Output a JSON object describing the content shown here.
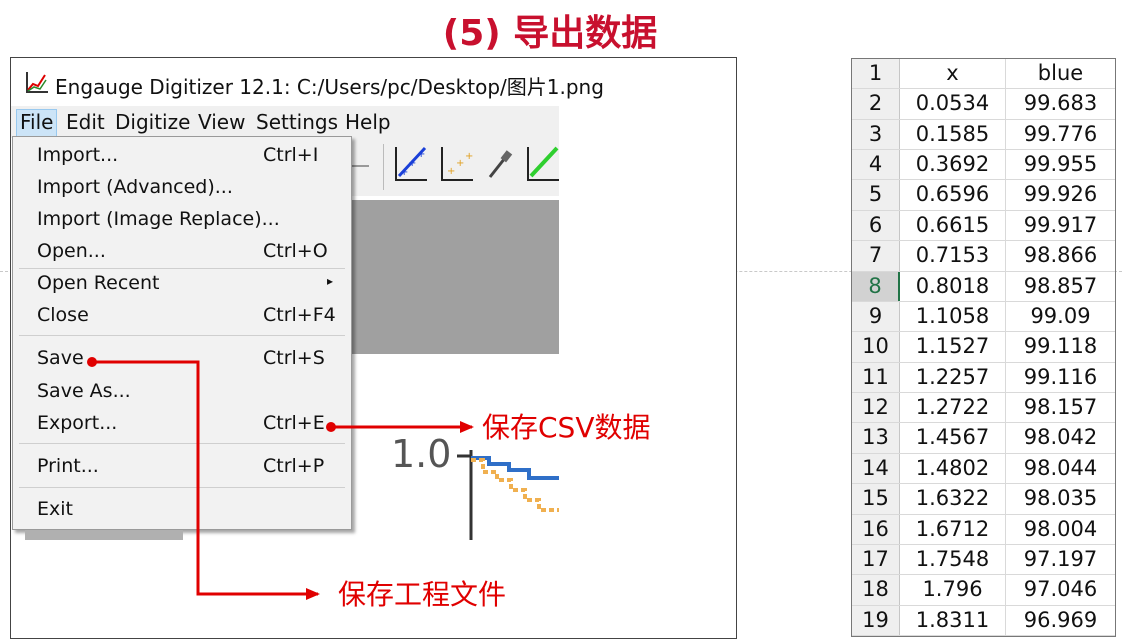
{
  "slide": {
    "title": "(5) 导出数据"
  },
  "window": {
    "title": "Engauge Digitizer 12.1: C:/Users/pc/Desktop/图片1.png",
    "app_icon": "engauge-axes-icon"
  },
  "menubar": {
    "items": [
      {
        "label": "File",
        "active": true
      },
      {
        "label": "Edit"
      },
      {
        "label": "Digitize"
      },
      {
        "label": "View"
      },
      {
        "label": "Settings"
      },
      {
        "label": "Help"
      }
    ]
  },
  "file_menu": {
    "items": [
      {
        "label": "Import...",
        "shortcut": "Ctrl+I"
      },
      {
        "label": "Import (Advanced)...",
        "shortcut": ""
      },
      {
        "label": "Import (Image Replace)...",
        "shortcut": ""
      },
      {
        "label": "Open...",
        "shortcut": "Ctrl+O"
      },
      {
        "label": "Open Recent",
        "shortcut": "",
        "submenu": "▸"
      },
      {
        "label": "Close",
        "shortcut": "Ctrl+F4"
      },
      {
        "label": "Save",
        "shortcut": "Ctrl+S"
      },
      {
        "label": "Save As...",
        "shortcut": ""
      },
      {
        "label": "Export...",
        "shortcut": "Ctrl+E"
      },
      {
        "label": "Print...",
        "shortcut": "Ctrl+P"
      },
      {
        "label": "Exit",
        "shortcut": ""
      }
    ]
  },
  "plot_fragment": {
    "tick_label": "1.0"
  },
  "annotations": {
    "export_note": "保存CSV数据",
    "save_note": "保存工程文件",
    "color": "#e00000"
  },
  "spreadsheet": {
    "headers": [
      "x",
      "blue"
    ],
    "selected_row": "8",
    "rows": [
      {
        "n": "1",
        "x": "x",
        "blue": "blue"
      },
      {
        "n": "2",
        "x": "0.0534",
        "blue": "99.683"
      },
      {
        "n": "3",
        "x": "0.1585",
        "blue": "99.776"
      },
      {
        "n": "4",
        "x": "0.3692",
        "blue": "99.955"
      },
      {
        "n": "5",
        "x": "0.6596",
        "blue": "99.926"
      },
      {
        "n": "6",
        "x": "0.6615",
        "blue": "99.917"
      },
      {
        "n": "7",
        "x": "0.7153",
        "blue": "98.866"
      },
      {
        "n": "8",
        "x": "0.8018",
        "blue": "98.857"
      },
      {
        "n": "9",
        "x": "1.1058",
        "blue": "99.09"
      },
      {
        "n": "10",
        "x": "1.1527",
        "blue": "99.118"
      },
      {
        "n": "11",
        "x": "1.2257",
        "blue": "99.116"
      },
      {
        "n": "12",
        "x": "1.2722",
        "blue": "98.157"
      },
      {
        "n": "13",
        "x": "1.4567",
        "blue": "98.042"
      },
      {
        "n": "14",
        "x": "1.4802",
        "blue": "98.044"
      },
      {
        "n": "15",
        "x": "1.6322",
        "blue": "98.035"
      },
      {
        "n": "16",
        "x": "1.6712",
        "blue": "98.004"
      },
      {
        "n": "17",
        "x": "1.7548",
        "blue": "97.197"
      },
      {
        "n": "18",
        "x": "1.796",
        "blue": "97.046"
      },
      {
        "n": "19",
        "x": "1.8311",
        "blue": "96.969"
      }
    ]
  }
}
